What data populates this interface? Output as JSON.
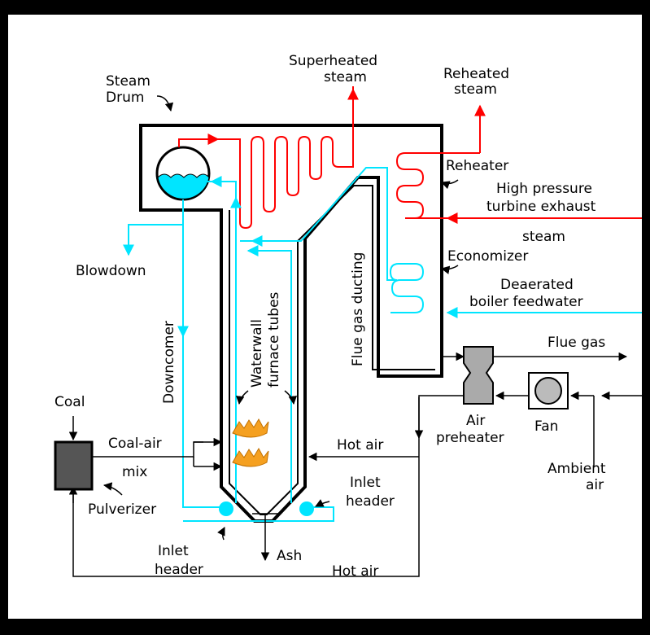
{
  "colors": {
    "background": "#000000",
    "canvas": "#ffffff",
    "steam_line": "#ff0000",
    "water_line": "#00e5ff",
    "water_fill": "#00e5ff",
    "flame": "#f5a020",
    "pulverizer": "#555555"
  },
  "labels": {
    "steam_drum_1": "Steam",
    "steam_drum_2": "Drum",
    "superheated_1": "Superheated",
    "superheated_2": "steam",
    "reheated_1": "Reheated",
    "reheated_2": "steam",
    "reheater": "Reheater",
    "hp_exhaust_1": "High pressure",
    "hp_exhaust_2": "turbine exhaust",
    "hp_exhaust_3": "steam",
    "economizer": "Economizer",
    "feedwater_1": "Deaerated",
    "feedwater_2": "boiler feedwater",
    "flue_gas": "Flue gas",
    "flue_gas_ducting": "Flue gas ducting",
    "blowdown": "Blowdown",
    "downcomer": "Downcomer",
    "waterwall_1": "Waterwall",
    "waterwall_2": "furnace tubes",
    "coal": "Coal",
    "coal_air_1": "Coal-air",
    "coal_air_2": "mix",
    "pulverizer": "Pulverizer",
    "hot_air_upper": "Hot air",
    "hot_air_lower": "Hot air",
    "air_preheater_1": "Air",
    "air_preheater_2": "preheater",
    "fan": "Fan",
    "ambient_1": "Ambient",
    "ambient_2": "air",
    "inlet_header_right_1": "Inlet",
    "inlet_header_right_2": "header",
    "inlet_header_left_1": "Inlet",
    "inlet_header_left_2": "header",
    "ash": "Ash"
  },
  "icons": {
    "steam_drum": "drum-icon",
    "flame": "flame-icon",
    "fan": "fan-icon",
    "air_preheater": "heat-exchanger-icon",
    "pulverizer": "pulverizer-icon",
    "inlet_header": "header-node-icon"
  }
}
